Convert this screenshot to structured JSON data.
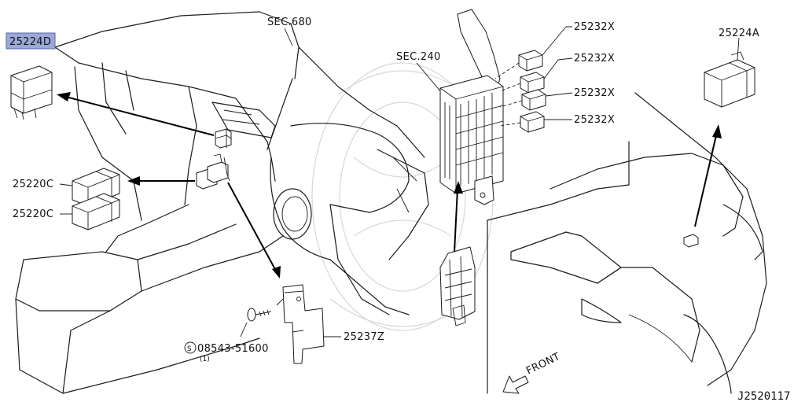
{
  "labels": {
    "sec680": "SEC.680",
    "sec240": "SEC.240",
    "p25224d": "25224D",
    "p25220c_a": "25220C",
    "p25220c_b": "25220C",
    "p25232x_1": "25232X",
    "p25232x_2": "25232X",
    "p25232x_3": "25232X",
    "p25232x_4": "25232X",
    "p25224a": "25224A",
    "p25237z": "25237Z",
    "screw_code": "08543-51600",
    "screw_symbol": "S",
    "screw_qty": "(1)",
    "front": "FRONT",
    "diagram_id": "J2520117"
  },
  "colors": {
    "highlight_fill": "#9ba9d8",
    "highlight_stroke": "#5566aa",
    "line": "#1a1a1a"
  }
}
